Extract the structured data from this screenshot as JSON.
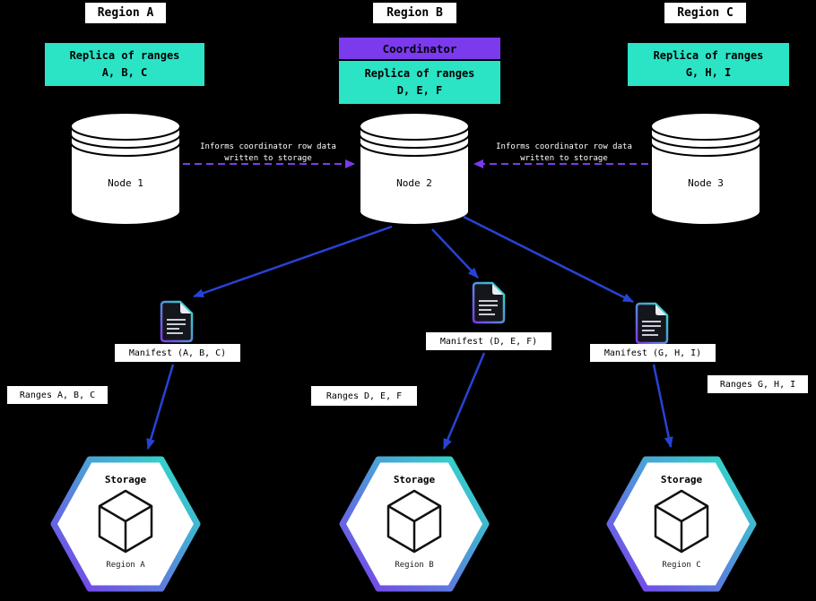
{
  "colors": {
    "background": "#000000",
    "accent_purple": "#7C3AED",
    "accent_cyan": "#2BE4C6",
    "arrow_blue": "#2743D6",
    "box_white": "#FFFFFF"
  },
  "regions": [
    {
      "label": "Region A"
    },
    {
      "label": "Region B"
    },
    {
      "label": "Region C"
    }
  ],
  "coordinator": {
    "label": "Coordinator"
  },
  "replicas": [
    {
      "line1": "Replica of ranges",
      "line2": "A, B, C"
    },
    {
      "line1": "Replica of ranges",
      "line2": "D, E, F"
    },
    {
      "line1": "Replica of ranges",
      "line2": "G, H, I"
    }
  ],
  "nodes": [
    {
      "label": "Node 1"
    },
    {
      "label": "Node 2"
    },
    {
      "label": "Node 3"
    }
  ],
  "inform_arrows": [
    {
      "line1": "Informs coordinator row data",
      "line2": "written to storage"
    },
    {
      "line1": "Informs coordinator row data",
      "line2": "written to storage"
    }
  ],
  "manifests": [
    {
      "label": "Manifest (A, B, C)"
    },
    {
      "label": "Manifest (D, E, F)"
    },
    {
      "label": "Manifest (G, H, I)"
    }
  ],
  "ranges": [
    {
      "label": "Ranges A, B, C"
    },
    {
      "label": "Ranges D, E, F"
    },
    {
      "label": "Ranges G, H, I"
    }
  ],
  "storage": [
    {
      "title": "Storage",
      "region": "Region A"
    },
    {
      "title": "Storage",
      "region": "Region B"
    },
    {
      "title": "Storage",
      "region": "Region C"
    }
  ]
}
